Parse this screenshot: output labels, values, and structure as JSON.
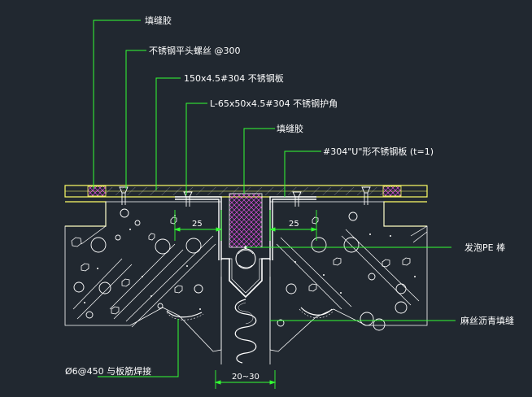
{
  "labels": {
    "sealant_top": "填缝胶",
    "screw": "不锈钢平头螺丝  @300",
    "plate": "150x4.5#304 不锈钢板",
    "angle": "L-65x50x4.5#304 不锈钢护角",
    "sealant_mid": "填缝胶",
    "u_plate": "#304\"U\"形不锈钢板  (t=1)",
    "pe_rod": "发泡PE 棒",
    "asphalt": "麻丝沥青填缝",
    "rebar": "Ø6@450  与板筋焊接"
  },
  "dims": {
    "left_25": "25",
    "right_25": "25",
    "gap": "20~30"
  },
  "colors": {
    "background": "#212830",
    "leader": "#33ff33",
    "structure": "#ffff66",
    "concrete": "#ffffff",
    "hatch": "#d0d0d0",
    "metal": "#ffffff"
  }
}
